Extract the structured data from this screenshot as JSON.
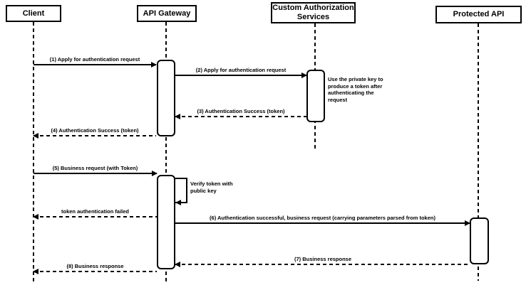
{
  "participants": [
    {
      "name": "Client"
    },
    {
      "name": "API Gateway"
    },
    {
      "name": "Custom Authorization Services"
    },
    {
      "name": "Protected API"
    }
  ],
  "messages": [
    {
      "label": "(1) Apply for authentication request",
      "from": "Client",
      "to": "API Gateway",
      "style": "solid"
    },
    {
      "label": "(2) Apply for authentication request",
      "from": "API Gateway",
      "to": "Custom Authorization Services",
      "style": "solid"
    },
    {
      "label": "(3) Authentication Success (token)",
      "from": "Custom Authorization Services",
      "to": "API Gateway",
      "style": "dashed"
    },
    {
      "label": "(4) Authentication Success (token)",
      "from": "API Gateway",
      "to": "Client",
      "style": "dashed"
    },
    {
      "label": "(5) Business request (with Token)",
      "from": "Client",
      "to": "API Gateway",
      "style": "solid"
    },
    {
      "label": "Verify token with public key",
      "from": "API Gateway",
      "to": "API Gateway",
      "style": "self"
    },
    {
      "label": "token authentication failed",
      "from": "API Gateway",
      "to": "Client",
      "style": "dashed"
    },
    {
      "label": "(6) Authentication successful, business request (carrying parameters parsed from token)",
      "from": "API Gateway",
      "to": "Protected API",
      "style": "solid"
    },
    {
      "label": "(7) Business response",
      "from": "Protected API",
      "to": "API Gateway",
      "style": "dashed"
    },
    {
      "label": "(8) Business response",
      "from": "API Gateway",
      "to": "Client",
      "style": "dashed"
    }
  ],
  "note": {
    "text": "Use the private key to produce a token after authenticating the request"
  },
  "colors": {
    "stroke": "#000000",
    "fill": "#ffffff"
  }
}
